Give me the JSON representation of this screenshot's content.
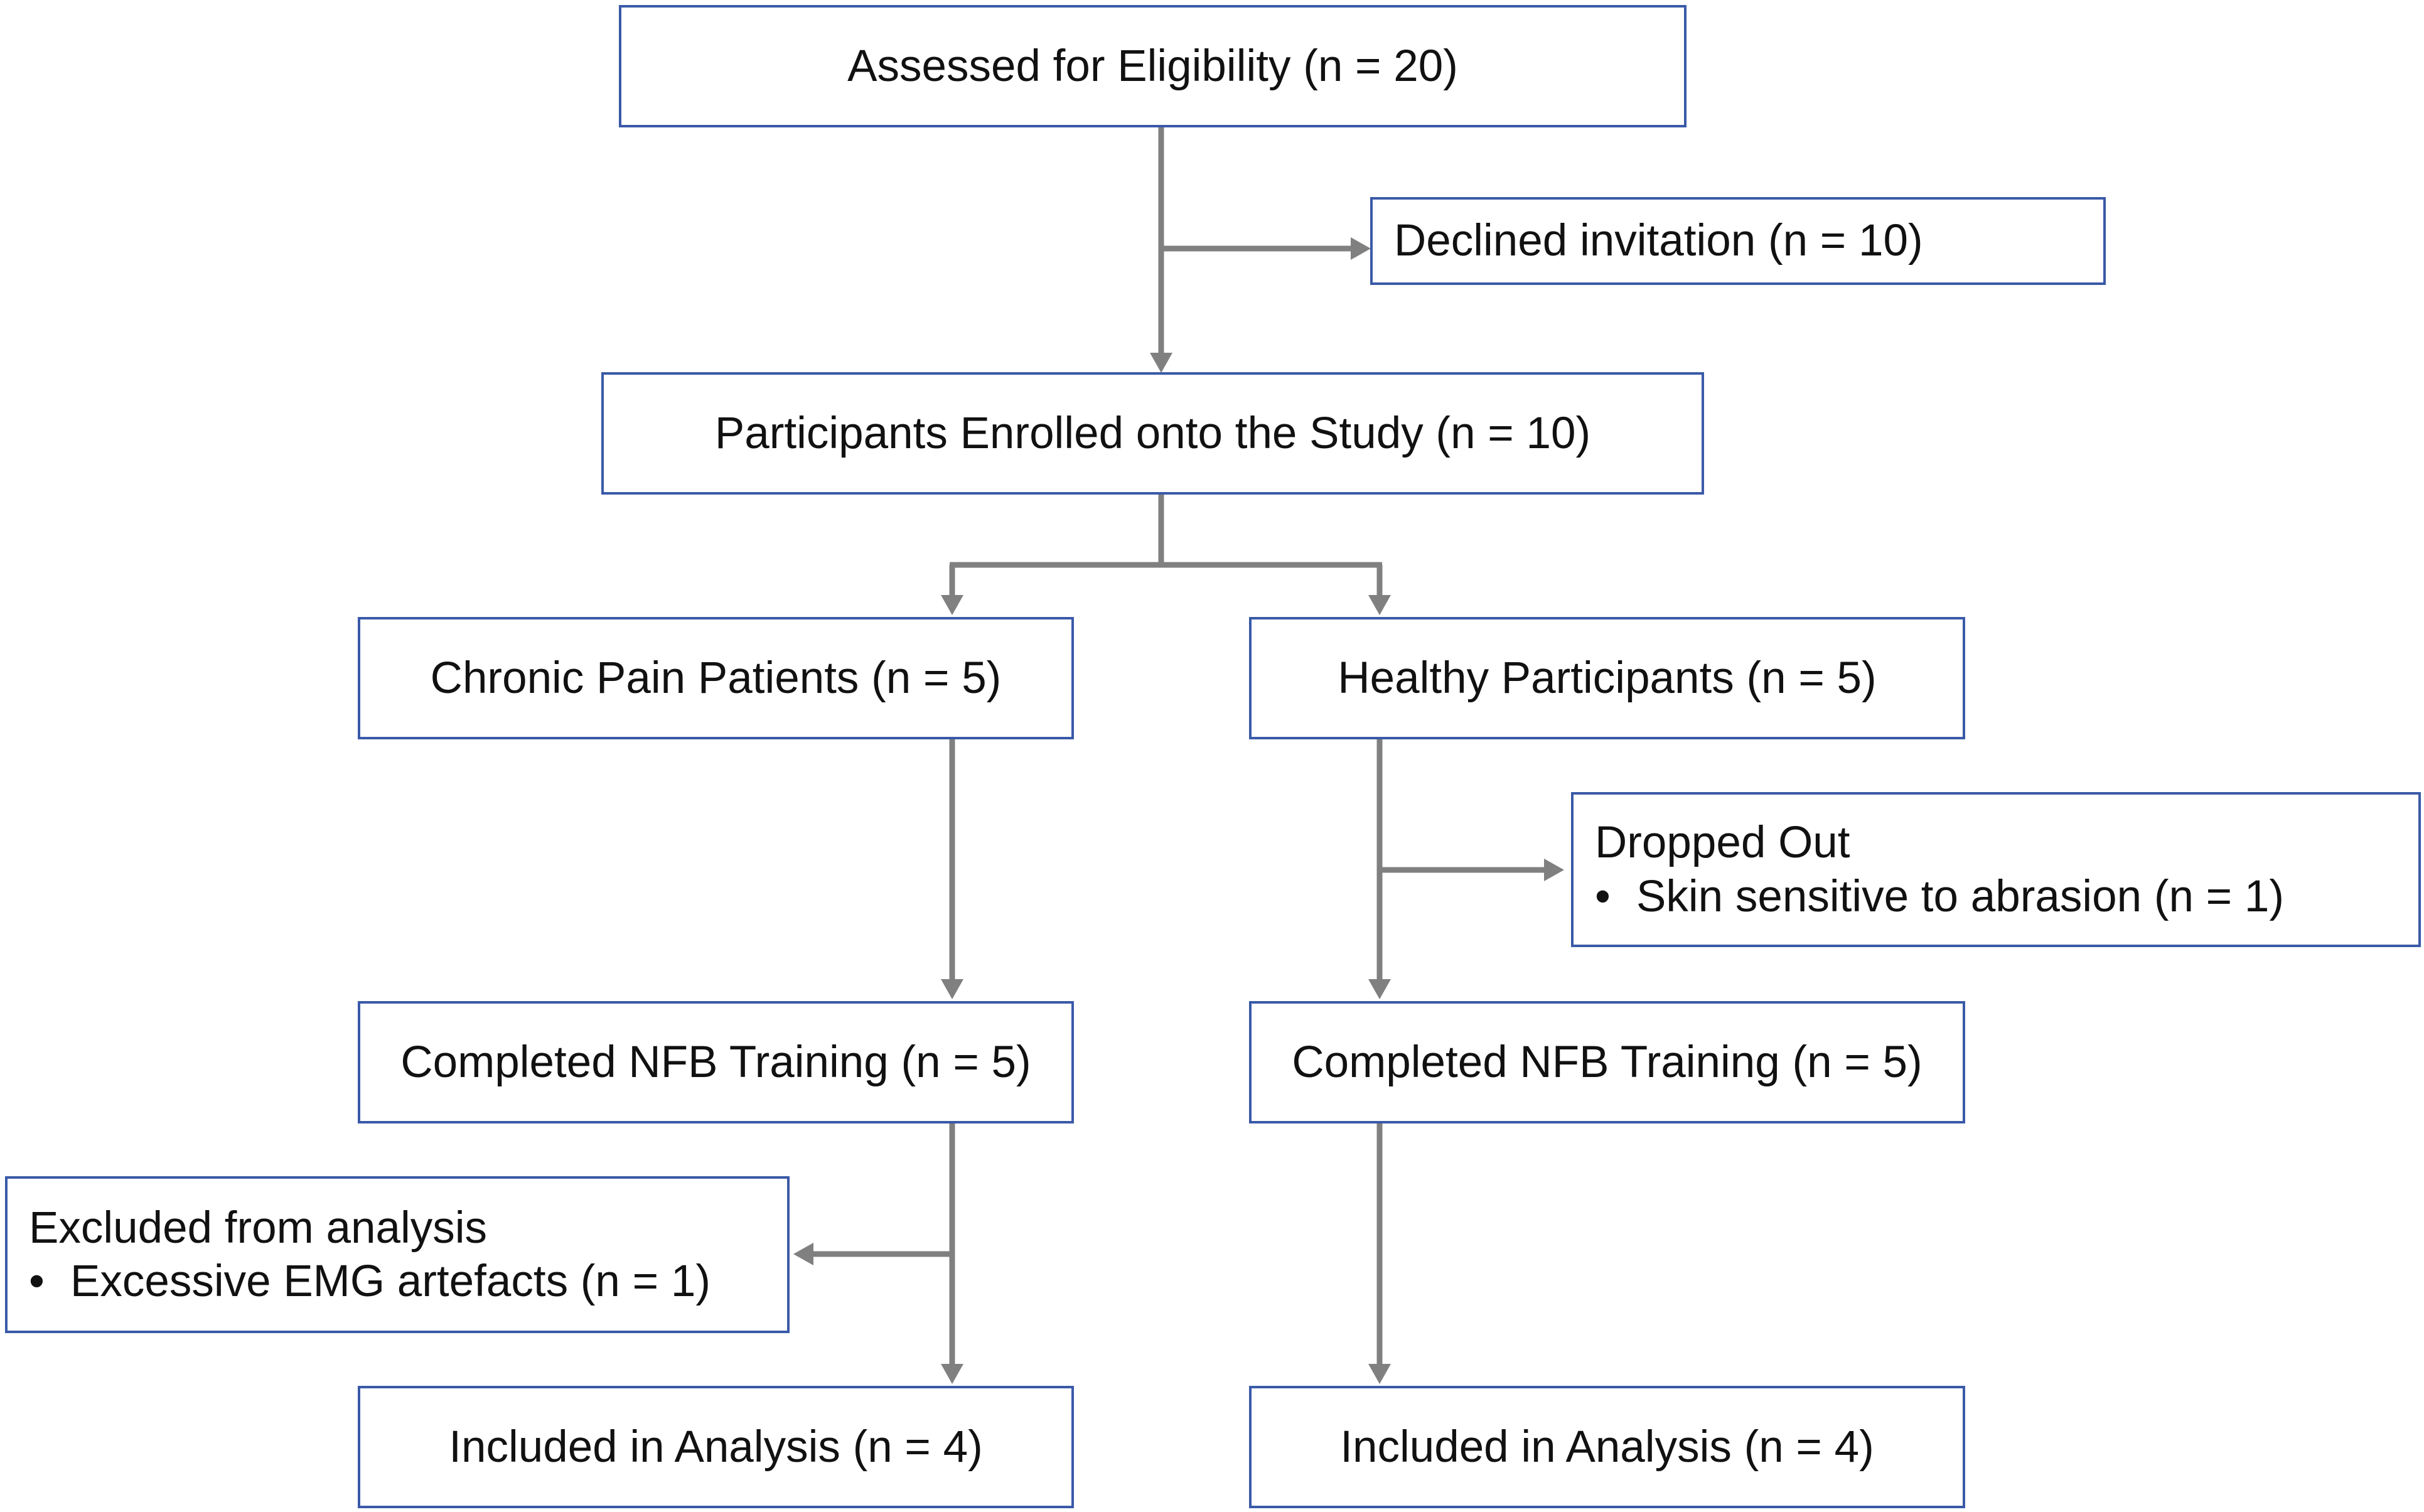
{
  "colors": {
    "box_border": "#3a5aa8",
    "connector": "#808080",
    "text": "#111111"
  },
  "nodes": {
    "assessed": {
      "label": "Assessed for Eligibility (n = 20)"
    },
    "declined": {
      "label": "Declined invitation (n = 10)"
    },
    "enrolled": {
      "label": "Participants Enrolled onto the Study (n = 10)"
    },
    "chronic": {
      "label": "Chronic Pain Patients (n = 5)"
    },
    "healthy": {
      "label": "Healthy Participants (n = 5)"
    },
    "dropped": {
      "title": "Dropped Out",
      "bullet": "Skin sensitive to abrasion (n = 1)"
    },
    "completed_left": {
      "label": "Completed NFB Training (n = 5)"
    },
    "completed_right": {
      "label": "Completed NFB Training (n = 5)"
    },
    "excluded": {
      "title": "Excluded from analysis",
      "bullet": "Excessive EMG artefacts (n = 1)"
    },
    "included_left": {
      "label": "Included in Analysis (n = 4)"
    },
    "included_right": {
      "label": "Included in Analysis (n = 4)"
    }
  },
  "bullet_symbol": "•"
}
